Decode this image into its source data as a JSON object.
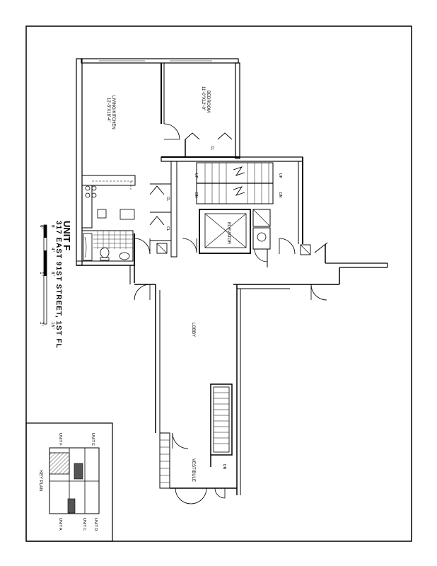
{
  "drawing": {
    "unit_title": "UNIT F",
    "address": "317 EAST 91ST STREET, 1ST FL",
    "scale_ticks": [
      "0",
      "4'",
      "8'",
      "16'"
    ],
    "scale_ticks_lower": [
      "0'",
      "1'",
      "2'"
    ]
  },
  "rooms": {
    "living_kitchen": "LIVING/KITCHEN",
    "living_kitchen_dims": "12'-5\"X18'-4\"",
    "bedroom": "BEDROOM",
    "bedroom_dims": "11'-0\"X12'-0\"",
    "closet": "CL",
    "closet_2": "CL",
    "closet_3": "CL",
    "elevator": "ELEVATOR",
    "lobby": "LOBBY",
    "vestibule": "VESTIBULE"
  },
  "stairs": {
    "up_1": "UP",
    "up_2": "UP",
    "dn_1": "DN",
    "dn_2": "DN",
    "dn_3": "DN"
  },
  "key_plan": {
    "title": "KEY PLAN",
    "unit_f": "UNIT F",
    "unit_e": "UNIT E",
    "unit_d": "UNIT D",
    "unit_c": "UNIT C",
    "unit_a": "UNIT A"
  }
}
